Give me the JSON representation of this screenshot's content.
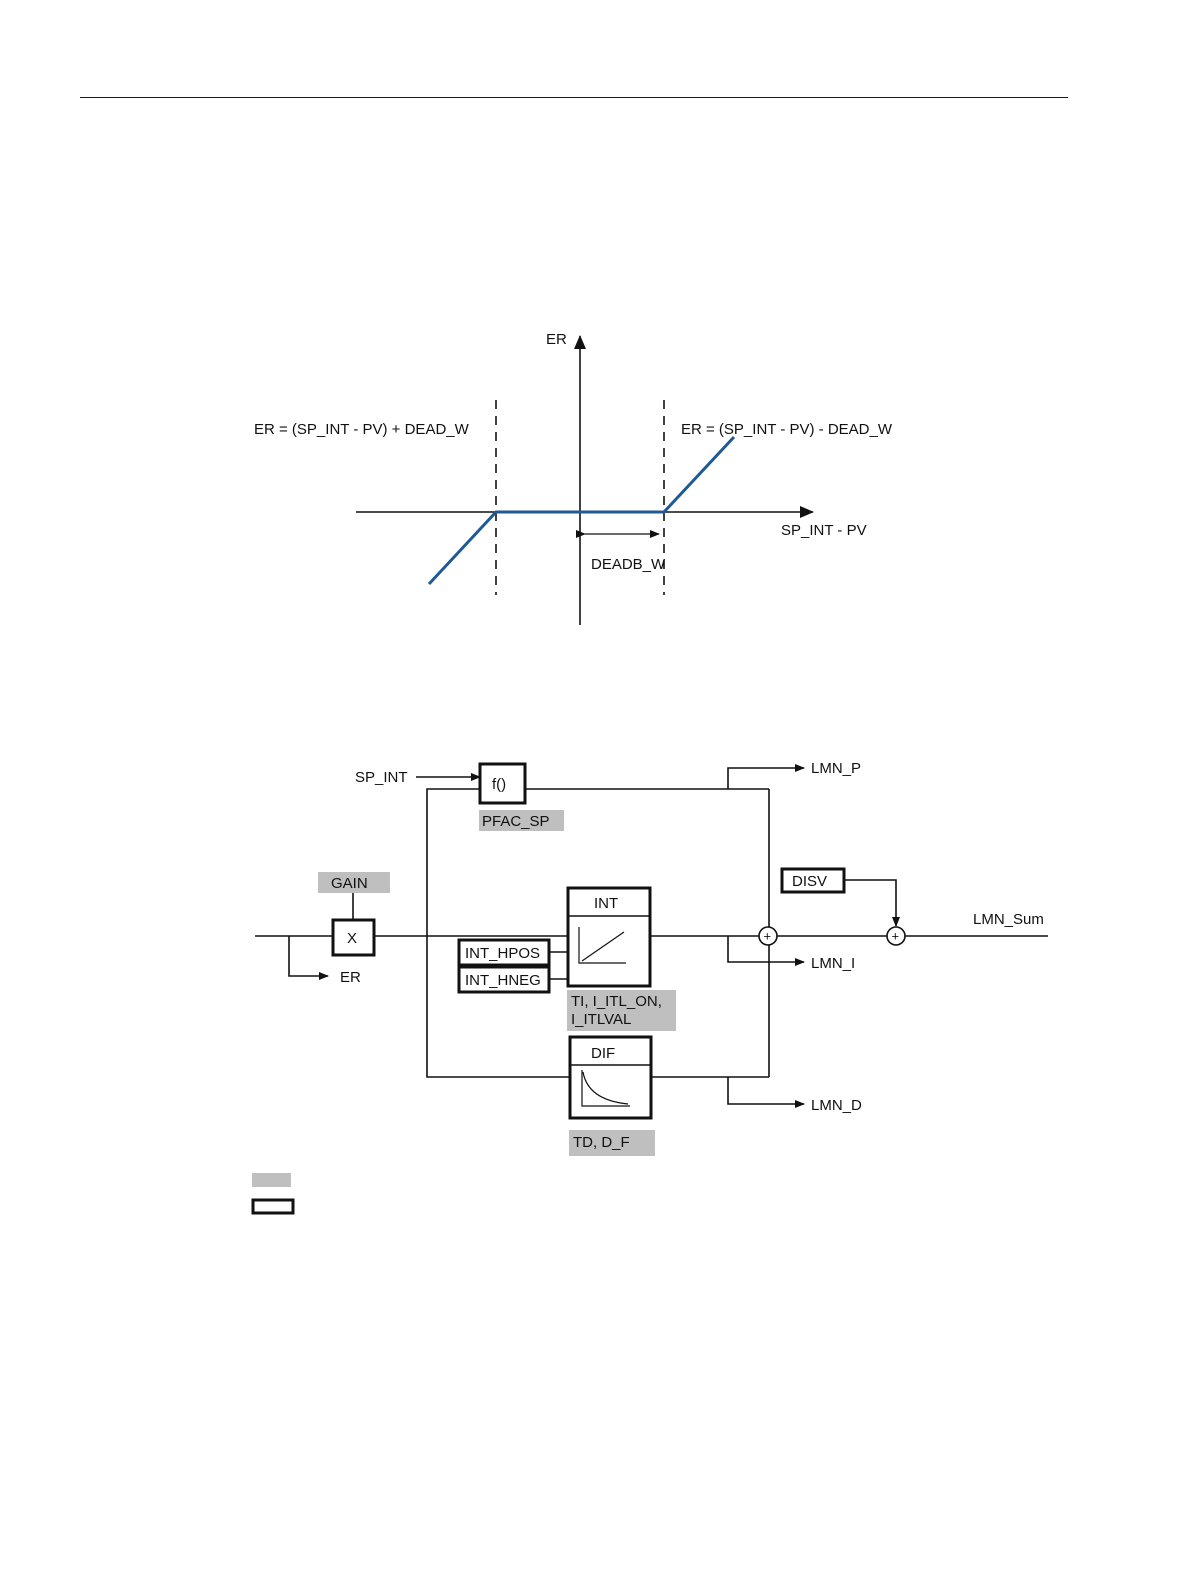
{
  "deadband": {
    "y_axis_label": "ER",
    "x_axis_label": "SP_INT - PV",
    "left_formula": "ER = (SP_INT - PV) + DEAD_W",
    "right_formula": "ER = (SP_INT - PV) - DEAD_W",
    "width_label": "DEADB_W",
    "curve_color": "#1f5a96"
  },
  "block": {
    "sp_int": "SP_INT",
    "fcn": "f()",
    "pfac_sp": "PFAC_SP",
    "gain": "GAIN",
    "multiply": "X",
    "er": "ER",
    "int_title": "INT",
    "int_hpos": "INT_HPOS",
    "int_hneg": "INT_HNEG",
    "int_params_line1": "TI, I_ITL_ON,",
    "int_params_line2": "I_ITLVAL",
    "dif_title": "DIF",
    "dif_params": "TD, D_F",
    "disv": "DISV",
    "lmn_p": "LMN_P",
    "lmn_i": "LMN_I",
    "lmn_d": "LMN_D",
    "lmn_sum": "LMN_Sum",
    "sum_symbol": "+",
    "param_fill_color": "#bfbfbf"
  }
}
